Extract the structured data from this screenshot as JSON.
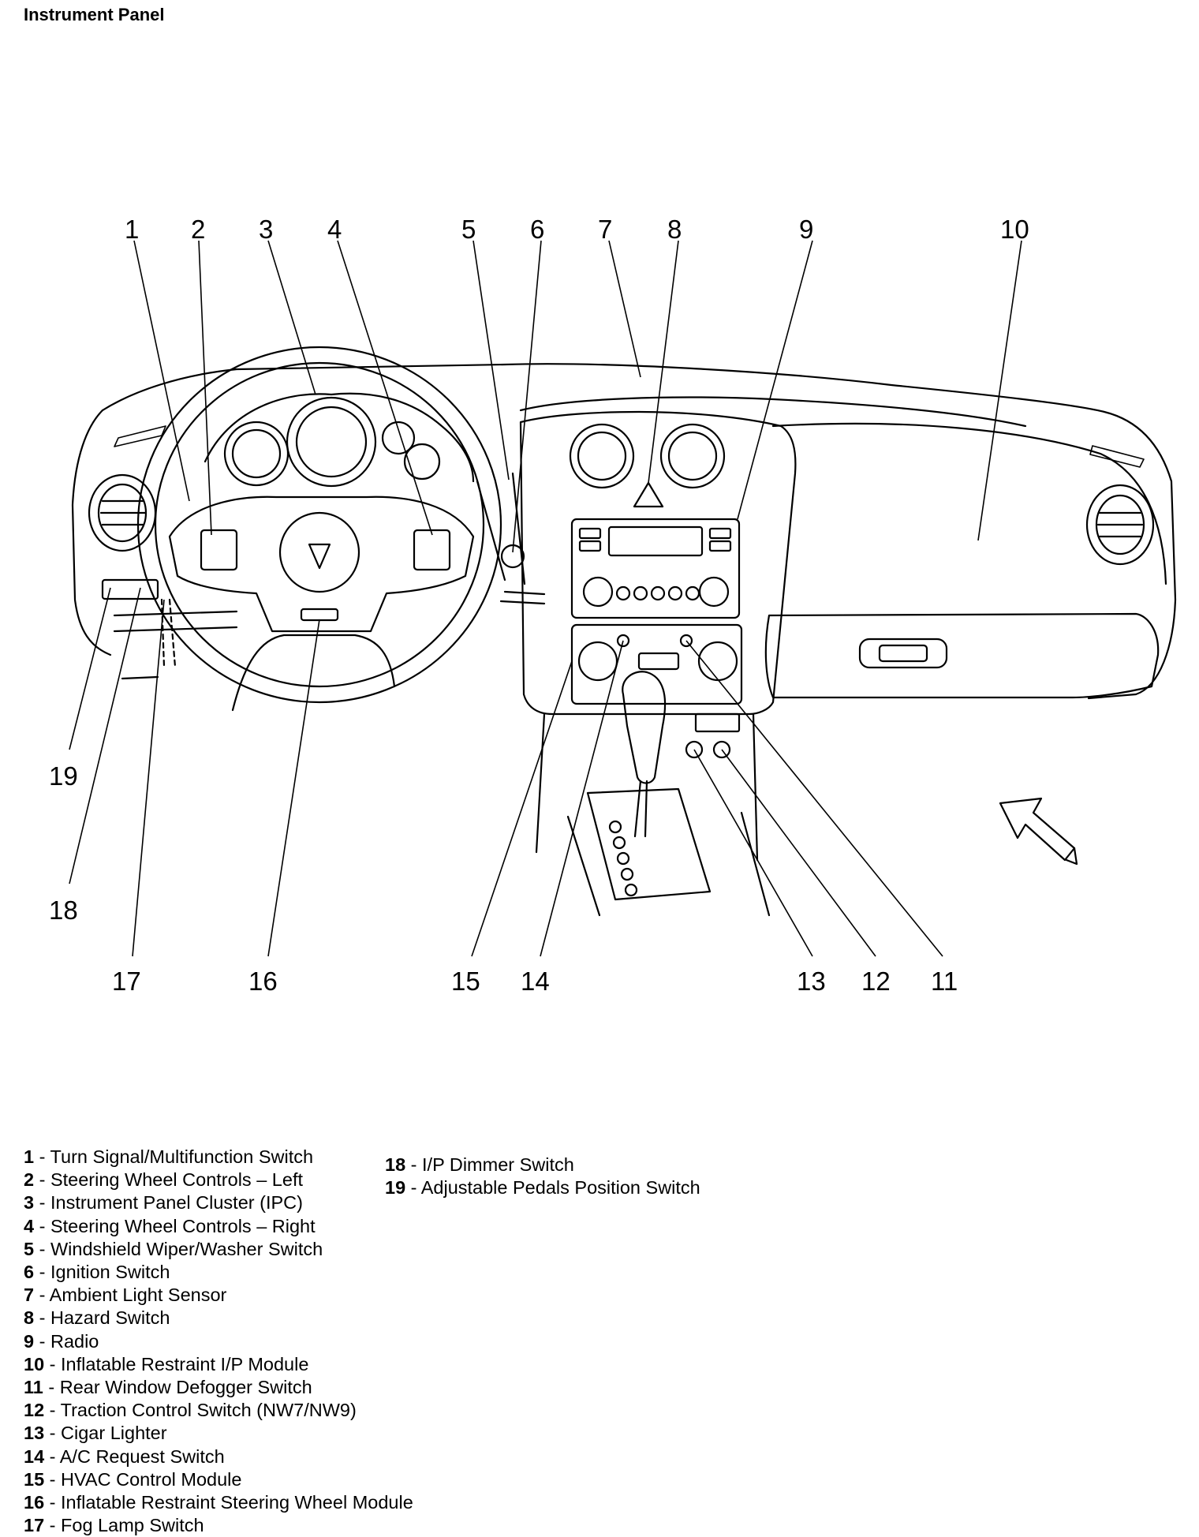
{
  "title": "Instrument Panel",
  "callouts": [
    "1",
    "2",
    "3",
    "4",
    "5",
    "6",
    "7",
    "8",
    "9",
    "10",
    "11",
    "12",
    "13",
    "14",
    "15",
    "16",
    "17",
    "18",
    "19"
  ],
  "legend": [
    {
      "num": "1",
      "sep": " - ",
      "text": "Turn Signal/Multifunction Switch"
    },
    {
      "num": "2",
      "sep": " - ",
      "text": "Steering Wheel Controls – Left"
    },
    {
      "num": "3",
      "sep": " - ",
      "text": "Instrument Panel Cluster (IPC)"
    },
    {
      "num": "4",
      "sep": " - ",
      "text": "Steering Wheel Controls – Right"
    },
    {
      "num": "5",
      "sep": " - ",
      "text": "Windshield Wiper/Washer Switch"
    },
    {
      "num": "6",
      "sep": " - ",
      "text": "Ignition Switch"
    },
    {
      "num": "7",
      "sep": " - ",
      "text": "Ambient Light Sensor"
    },
    {
      "num": "8",
      "sep": " - ",
      "text": "Hazard Switch"
    },
    {
      "num": "9",
      "sep": " - ",
      "text": "Radio"
    },
    {
      "num": "10",
      "sep": " - ",
      "text": "Inflatable Restraint I/P Module"
    },
    {
      "num": "11",
      "sep": " - ",
      "text": "Rear Window Defogger Switch"
    },
    {
      "num": "12",
      "sep": " - ",
      "text": "Traction Control Switch (NW7/NW9)"
    },
    {
      "num": "13",
      "sep": " - ",
      "text": "Cigar Lighter"
    },
    {
      "num": "14",
      "sep": " - ",
      "text": "A/C Request Switch"
    },
    {
      "num": "15",
      "sep": " - ",
      "text": "HVAC Control Module"
    },
    {
      "num": "16",
      "sep": " - ",
      "text": "Inflatable Restraint Steering Wheel Module"
    },
    {
      "num": "17",
      "sep": " - ",
      "text": "Fog Lamp Switch"
    },
    {
      "num": "18",
      "sep": " - ",
      "text": "I/P Dimmer Switch"
    },
    {
      "num": "19",
      "sep": " - ",
      "text": "Adjustable Pedals Position Switch"
    }
  ]
}
